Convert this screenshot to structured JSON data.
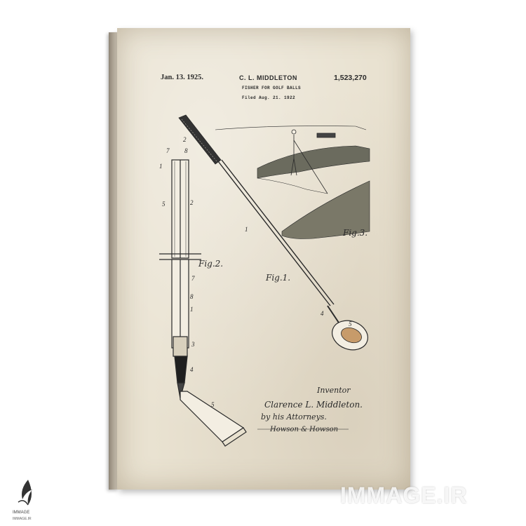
{
  "patent": {
    "date": "Jan. 13. 1925.",
    "inventor_header": "C. L. MIDDLETON",
    "number": "1,523,270",
    "title": "FISHER FOR GOLF BALLS",
    "filed": "Filed Aug. 21. 1922"
  },
  "figures": {
    "fig1": "Fig.1.",
    "fig2": "Fig.2.",
    "fig3": "Fig.3."
  },
  "reference_numbers": [
    "1",
    "2",
    "3",
    "4",
    "5",
    "7",
    "8"
  ],
  "signature": {
    "label": "Inventor",
    "name": "Clarence L. Middleton.",
    "by": "by his Attorneys.",
    "attorneys": "Howson & Howson"
  },
  "watermark": {
    "text": "IMMAGE.IR",
    "logo_text": "IMMAGE",
    "logo_sub": "IMMAGE.IR"
  },
  "colors": {
    "paper": "#e9e2d1",
    "ink": "#2a2a2a"
  }
}
